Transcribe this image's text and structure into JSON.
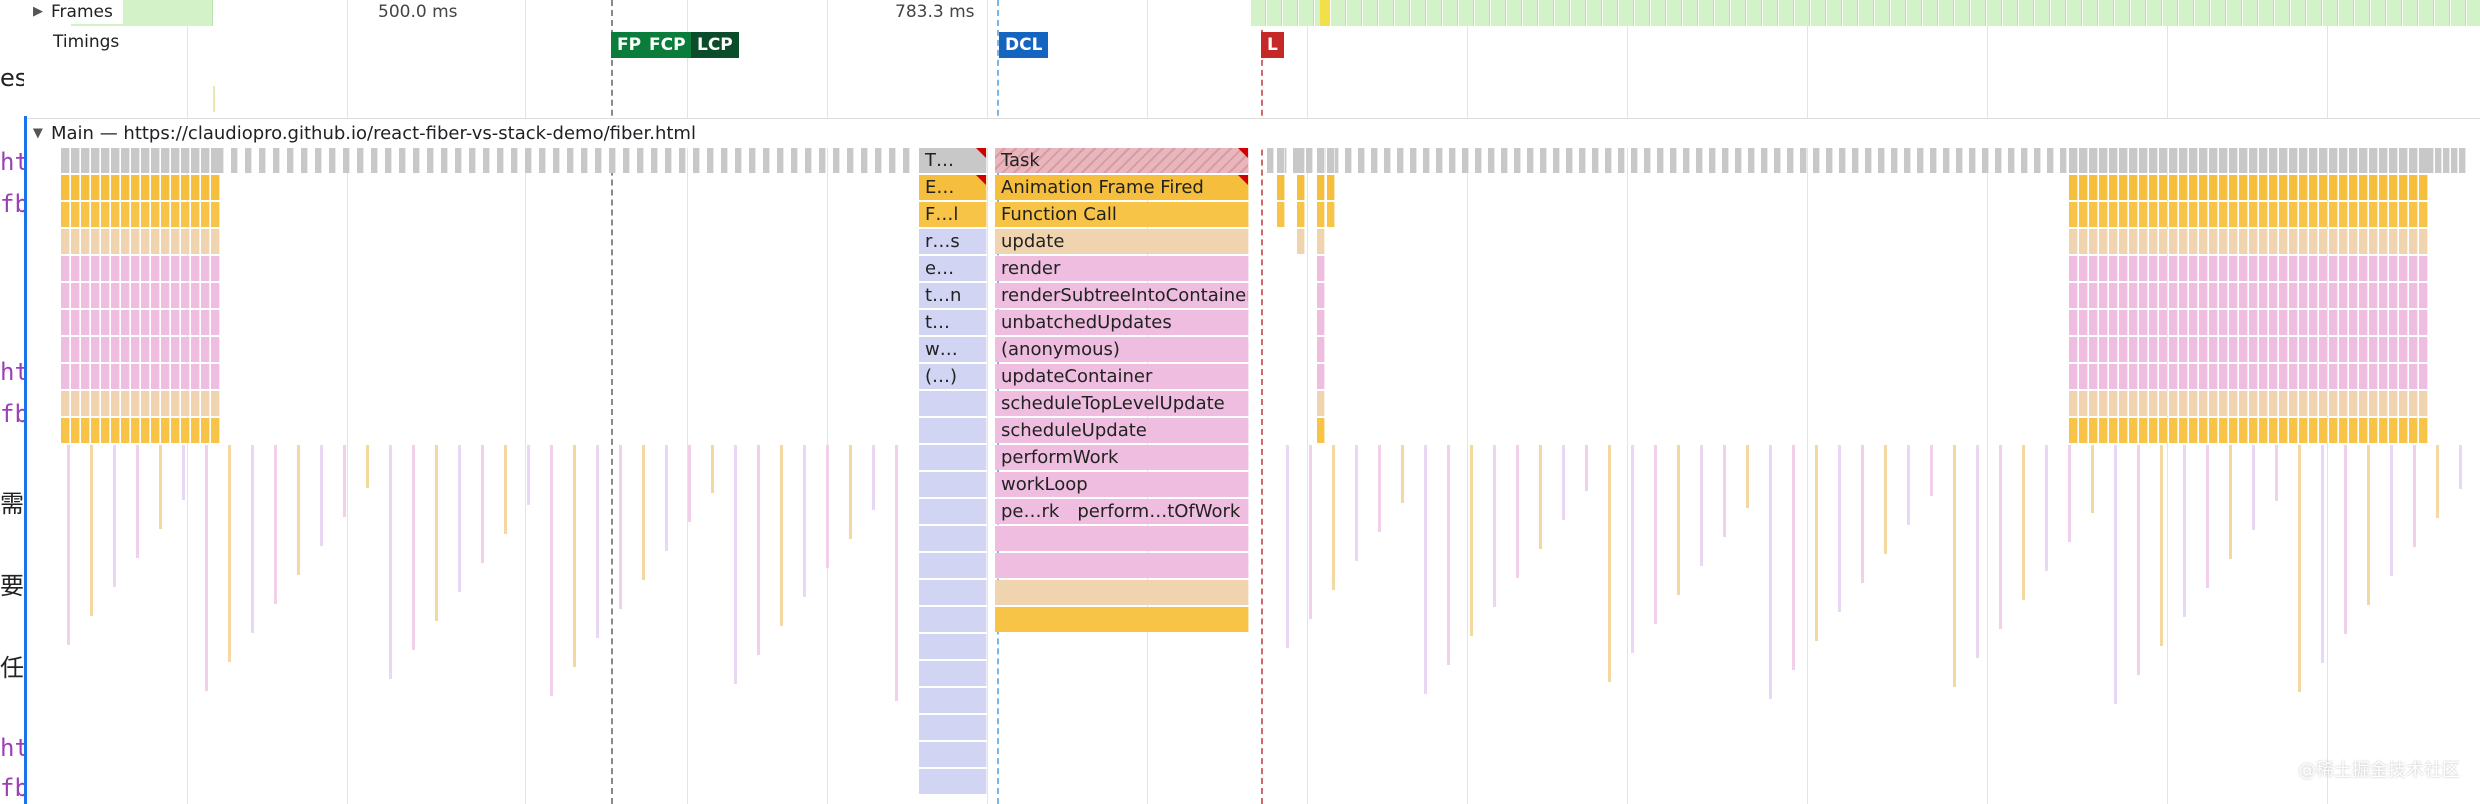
{
  "frames": {
    "label": "Frames",
    "time_labels": [
      "500.0 ms",
      "783.3 ms"
    ]
  },
  "timings": {
    "label": "Timings",
    "badges": [
      {
        "text": "FP",
        "color": "#0a7d3b"
      },
      {
        "text": "FCP",
        "color": "#0a7d3b"
      },
      {
        "text": "LCP",
        "color": "#0b4d2a"
      },
      {
        "text": "DCL",
        "color": "#1565c0"
      },
      {
        "text": "L",
        "color": "#c62828"
      }
    ]
  },
  "main": {
    "title": "Main — https://claudiopro.github.io/react-fiber-vs-stack-demo/fiber.html"
  },
  "flame": {
    "left_labels": [
      "T…",
      "E…",
      "F…l",
      "r…s",
      "e…",
      "t…n",
      "t…",
      "w…",
      "(…)"
    ],
    "right_labels": [
      "Task",
      "Animation Frame Fired",
      "Function Call",
      "update",
      "render",
      "renderSubtreeIntoContainer",
      "unbatchedUpdates",
      "(anonymous)",
      "updateContainer",
      "scheduleTopLevelUpdate",
      "scheduleUpdate",
      "performWork",
      "workLoop",
      "pe…rk",
      "perform…tOfWork"
    ]
  },
  "left_page": {
    "lines": [
      "es",
      "ht",
      "fb",
      "ht",
      "fb",
      "需要",
      "要,",
      "任务",
      "ht",
      "fb"
    ]
  },
  "watermark": "@稀土掘金技术社区",
  "colors": {
    "task": "#c8c8c8",
    "animation_frame": "#f5be3c",
    "update": "#f0d4b0",
    "script": "#efbde0",
    "idle": "#d2d4f3",
    "frames": "#d3f2c8"
  }
}
